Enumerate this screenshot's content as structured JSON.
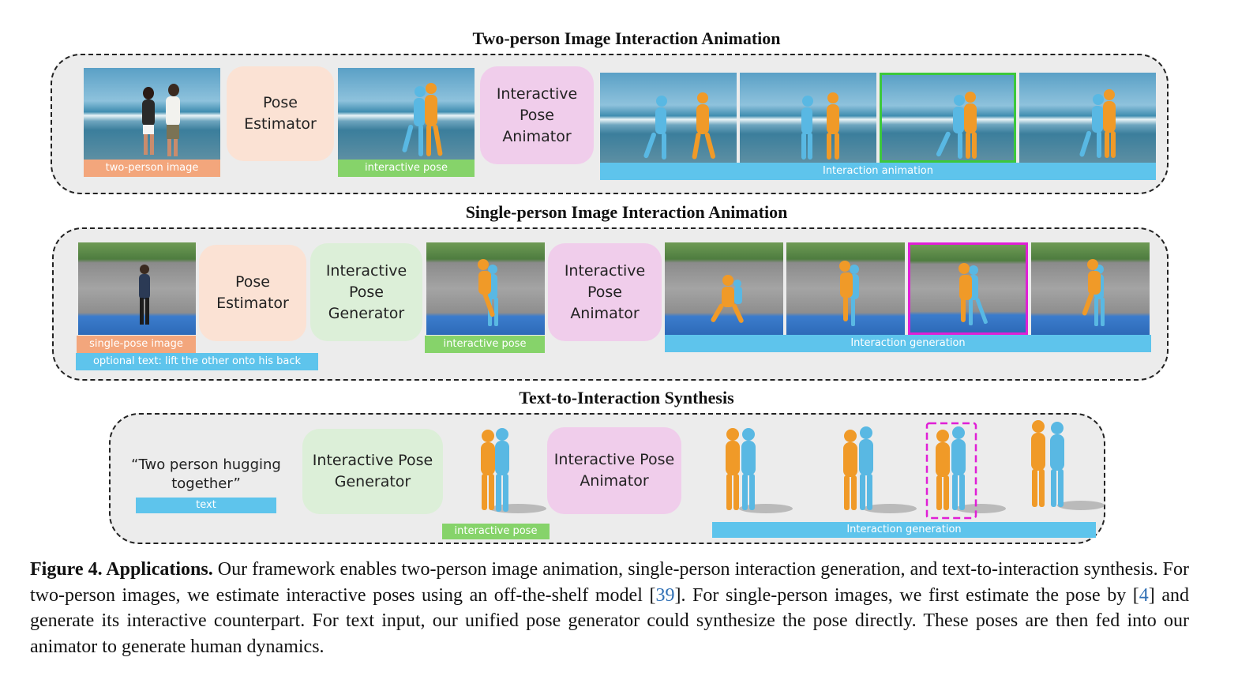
{
  "sections": {
    "two_person": {
      "title": "Two-person Image Interaction Animation",
      "pose_estimator": [
        "Pose",
        "Estimator"
      ],
      "pose_animator": [
        "Interactive",
        "Pose",
        "Animator"
      ],
      "tag_input": "two-person image",
      "tag_pose": "interactive pose",
      "tag_output": "Interaction animation",
      "highlight_color": "#3cc83c"
    },
    "single_person": {
      "title": "Single-person Image Interaction Animation",
      "pose_estimator": [
        "Pose",
        "Estimator"
      ],
      "pose_generator": [
        "Interactive",
        "Pose",
        "Generator"
      ],
      "pose_animator": [
        "Interactive",
        "Pose",
        "Animator"
      ],
      "tag_input": "single-pose image",
      "tag_text": "optional text: lift the other onto his back",
      "tag_pose": "interactive pose",
      "tag_output": "Interaction generation",
      "highlight_color": "#e01fd6"
    },
    "text_to_interaction": {
      "title": "Text-to-Interaction Synthesis",
      "quote": [
        "“Two person hugging",
        "together”"
      ],
      "tag_text": "text",
      "pose_generator": [
        "Interactive Pose",
        "Generator"
      ],
      "pose_animator": [
        "Interactive Pose",
        "Animator"
      ],
      "tag_pose": "interactive pose",
      "tag_output": "Interaction generation",
      "highlight_color": "#e01fd6"
    }
  },
  "caption": {
    "label": "Figure 4. Applications.",
    "part1": " Our framework enables two-person image animation, single-person interaction generation, and text-to-interaction synthesis.  For two-person images, we estimate interactive poses using an off-the-shelf model [",
    "cite1": "39",
    "part2": "].  For single-person images, we first estimate the pose by [",
    "cite2": "4",
    "part3": "] and generate its interactive counterpart.  For text input, our unified pose generator could synthesize the pose directly. These poses are then fed into our animator to generate human dynamics."
  },
  "colors": {
    "pose_estimator": "#fbe2d4",
    "pose_generator": "#dcefd8",
    "pose_animator": "#f0cdeb",
    "tag_orange": "#f3a67c",
    "tag_green": "#86d36a",
    "tag_blue": "#5ec4ec",
    "figure_blue": "#59b8e3",
    "figure_orange": "#f09a28"
  }
}
